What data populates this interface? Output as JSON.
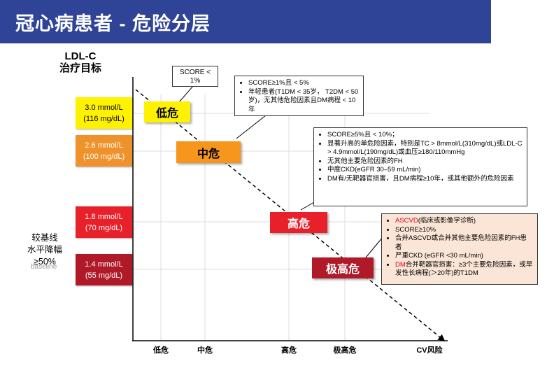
{
  "title": "冠心病患者 - 危险分层",
  "ldl_label_line1": "LDL-C",
  "ldl_label_line2": "治疗目标",
  "ldl_targets": [
    {
      "line1": "3.0 mmol/L",
      "line2": "(116 mg/dL)",
      "color": "#fff200"
    },
    {
      "line1": "2.6 mmol/L",
      "line2": "(100 mg/dL)",
      "color": "#f0922b"
    },
    {
      "line1": "1.8 mmol/L",
      "line2": "(70 mg/dL)",
      "color": "#e8202a"
    },
    {
      "line1": "1.4 mmol/L",
      "line2": "(55 mg/dL)",
      "color": "#b01a28"
    }
  ],
  "baseline_note": [
    "较基线",
    "水平降幅",
    "≥50%"
  ],
  "baseline_ghost": "baseline",
  "risk_levels": [
    {
      "label": "低危",
      "color": "#fff200",
      "text_color": "#000000"
    },
    {
      "label": "中危",
      "color": "#f7961d",
      "text_color": "#000000"
    },
    {
      "label": "高危",
      "color": "#e8202a",
      "text_color": "#ffffff"
    },
    {
      "label": "极高危",
      "color": "#b01a28",
      "text_color": "#ffffff"
    }
  ],
  "x_axis_ticks": [
    "低危",
    "中危",
    "高危",
    "极高危"
  ],
  "x_axis_label": "CV风险",
  "callouts": {
    "low": [
      "SCORE <",
      "1%"
    ],
    "moderate": [
      "SCORE≥1%且 < 5%",
      "年轻患者(T1DM < 35岁， T2DM < 50岁)，无其他危险因素且DM病程 < 10年"
    ],
    "high": [
      "SCORE≥5%且 < 10%；",
      "显著升高的单危险因素，特别是TC > 8mmol/L(310mg/dL)或LDL-C > 4.9mmol/L(190mg/dL)或血压≥180/110mmHg",
      "无其他主要危险因素的FH",
      "中度CKD(eGFR 30–59 mL/min)",
      "DM有/无靶器官损害，且DM病程≥10年，或其他额外的危险因素"
    ],
    "very_high": [
      {
        "hl": "ASCVD",
        "rest": "(临床或影像学诊断)"
      },
      {
        "hl": "",
        "rest": "SCORE≥10%"
      },
      {
        "hl": "",
        "rest": "合并ASCVD或合并其他主要危险因素的FH患者"
      },
      {
        "hl": "",
        "rest": "严重CKD (eGFR <30 mL/min)"
      },
      {
        "hl": "DM",
        "rest": "合并靶器官损害：≥3个主要危险因素，或早发性长病程(＞20年)的T1DM"
      }
    ]
  }
}
